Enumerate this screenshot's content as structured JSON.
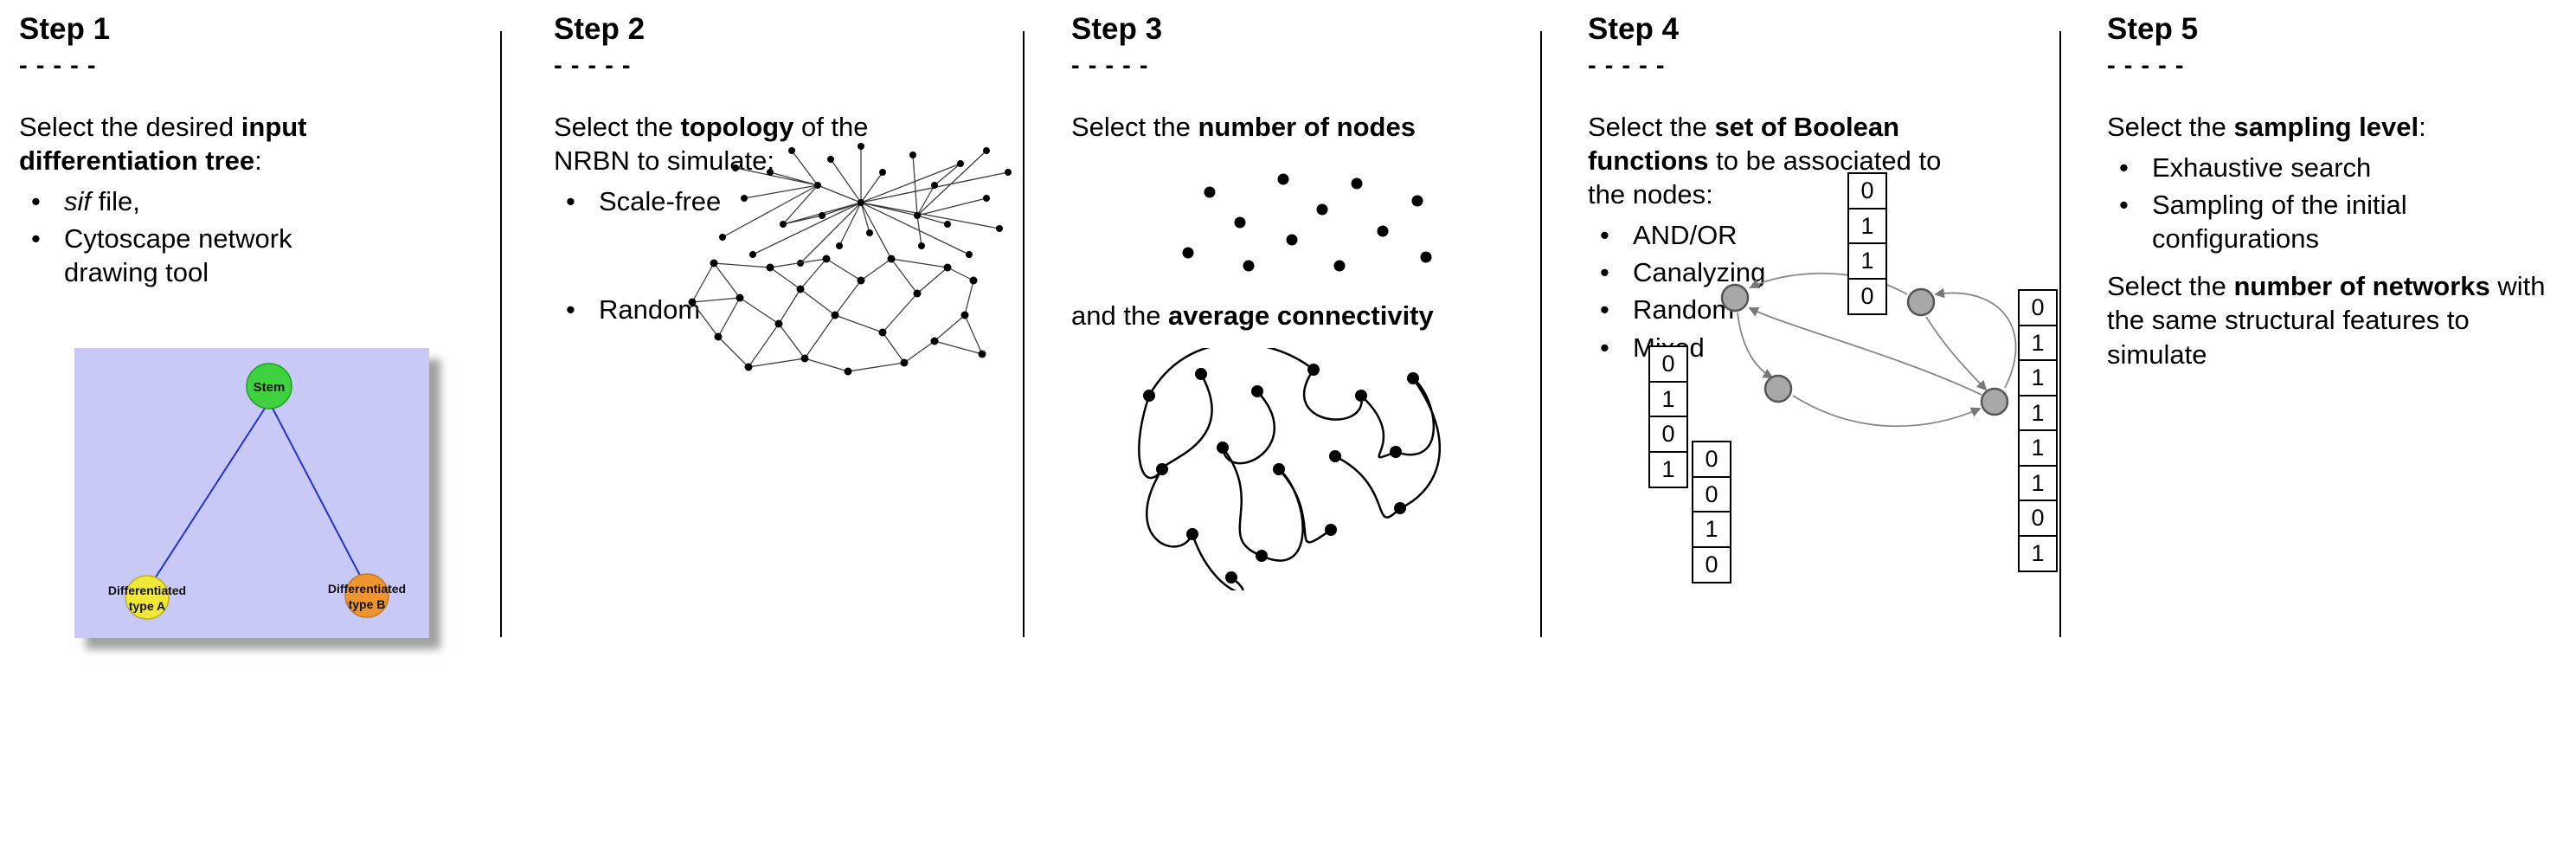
{
  "figure": {
    "colors": {
      "stem_green": "#3fd23f",
      "type_a_yellow": "#f0e838",
      "type_b_orange": "#f0952e",
      "tree_background": "#c9c9f7",
      "tree_edge_blue": "#2233cc",
      "boolean_node_gray": "#a8a8a8",
      "network_dot_black": "#000000"
    }
  },
  "steps": [
    {
      "title": "Step 1",
      "dashes": "- - - - -",
      "intro": [
        "Select the desired ",
        "input differentiation tree",
        ":"
      ],
      "bullets": [
        {
          "italic": "sif",
          "text": " file,"
        },
        {
          "text": "Cytoscape network drawing tool"
        }
      ],
      "tree": {
        "root_label": "Stem",
        "left_label_line1": "Differentiated",
        "left_label_line2": "type A",
        "right_label_line1": "Differentiated",
        "right_label_line2": "type B"
      }
    },
    {
      "title": "Step 2",
      "dashes": "- - - - -",
      "intro": [
        "Select the ",
        "topology",
        " of the NRBN to simulate:"
      ],
      "bullets": [
        {
          "text": "Scale-free"
        },
        {
          "text": "Random"
        }
      ]
    },
    {
      "title": "Step 3",
      "dashes": "- - - - -",
      "intro": [
        "Select the ",
        "number of nodes"
      ],
      "second": [
        "and the ",
        "average connectivity"
      ]
    },
    {
      "title": "Step 4",
      "dashes": "- - - - -",
      "intro": [
        "Select the ",
        "set of Boolean functions",
        " to be associated to the nodes:"
      ],
      "bullets": [
        {
          "text": "AND/OR"
        },
        {
          "text": "Canalyzing"
        },
        {
          "text": "Random"
        },
        {
          "text": "Mixed"
        }
      ],
      "tables": {
        "top": [
          "0",
          "1",
          "1",
          "0"
        ],
        "left": [
          "0",
          "1",
          "0",
          "1"
        ],
        "bottom_left": [
          "0",
          "0",
          "1",
          "0"
        ],
        "right": [
          "0",
          "1",
          "1",
          "1",
          "1",
          "1",
          "0",
          "1"
        ]
      }
    },
    {
      "title": "Step 5",
      "dashes": "- - - - -",
      "intro": [
        "Select the ",
        "sampling level",
        ":"
      ],
      "bullets": [
        {
          "text": "Exhaustive search"
        },
        {
          "text": "Sampling of the initial configurations"
        }
      ],
      "second": [
        "Select the ",
        "number of networks",
        " with the same structural features to simulate"
      ]
    }
  ]
}
